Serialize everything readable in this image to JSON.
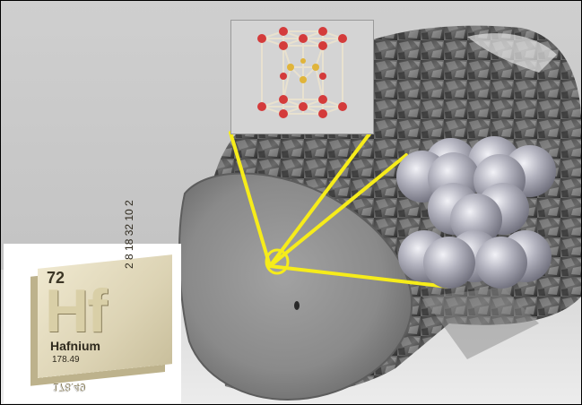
{
  "scene": {
    "description_colors": {
      "background_wall": "#c8c8c8",
      "metal_cut_face": "#8f8f8f",
      "crystal_surface": "#555555",
      "highlight_lines": "#f6ec1a",
      "sphere_color": "#a9a9b5",
      "model_atom_red": "#d43b3b",
      "model_atom_yellow": "#e0b43a",
      "tile_color": "#e6dfc4"
    }
  },
  "element_tile": {
    "atomic_number": "72",
    "symbol": "Hf",
    "name": "Hafnium",
    "atomic_mass": "178.49",
    "electron_shells": [
      "2",
      "8",
      "18",
      "32",
      "10",
      "2"
    ],
    "shells_text": "2 8 18 32 10 2",
    "reflection_text": "178.49"
  },
  "icons": {
    "tile": "periodic-element-tile-icon",
    "crystal_model": "hexagonal-crystal-model-icon",
    "packing": "close-packed-spheres-icon",
    "sample": "hafnium-crystal-bar-icon"
  }
}
